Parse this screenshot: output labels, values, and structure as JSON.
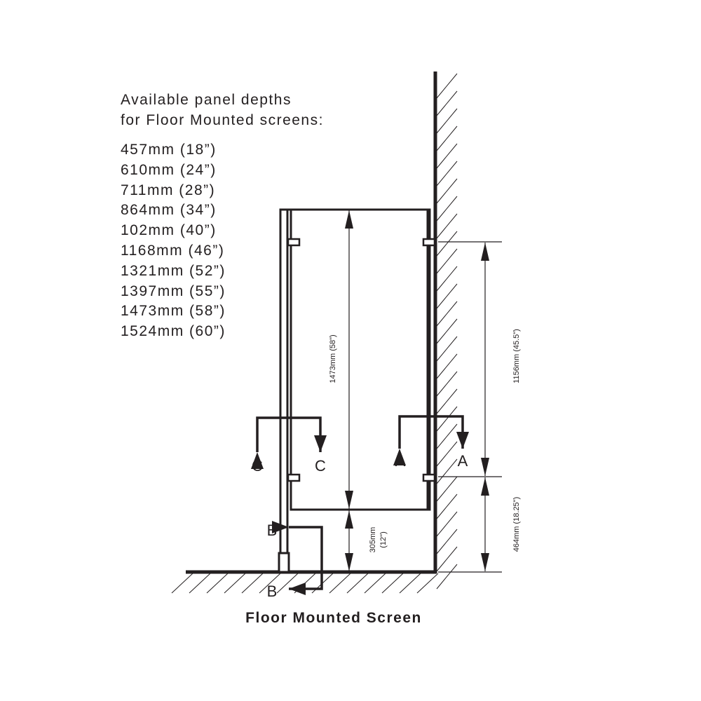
{
  "heading": {
    "line1": "Available panel depths",
    "line2": "for Floor Mounted screens:"
  },
  "depths": [
    "457mm (18”)",
    "610mm (24”)",
    "711mm (28”)",
    "864mm (34”)",
    "102mm (40”)",
    "1168mm (46”)",
    "1321mm (52”)",
    "1397mm (55”)",
    "1473mm (58”)",
    "1524mm (60”)"
  ],
  "dimensions": {
    "panel_height": "1473mm (58\")",
    "floor_gap_mm": "305mm",
    "floor_gap_in": "(12\")",
    "bracket_spacing": "1156mm (45.5\")",
    "bracket_height": "464mm (18.25\")"
  },
  "sections": {
    "a": "A",
    "b": "B",
    "c": "C"
  },
  "caption": "Floor Mounted Screen",
  "colors": {
    "ink": "#231f20"
  }
}
